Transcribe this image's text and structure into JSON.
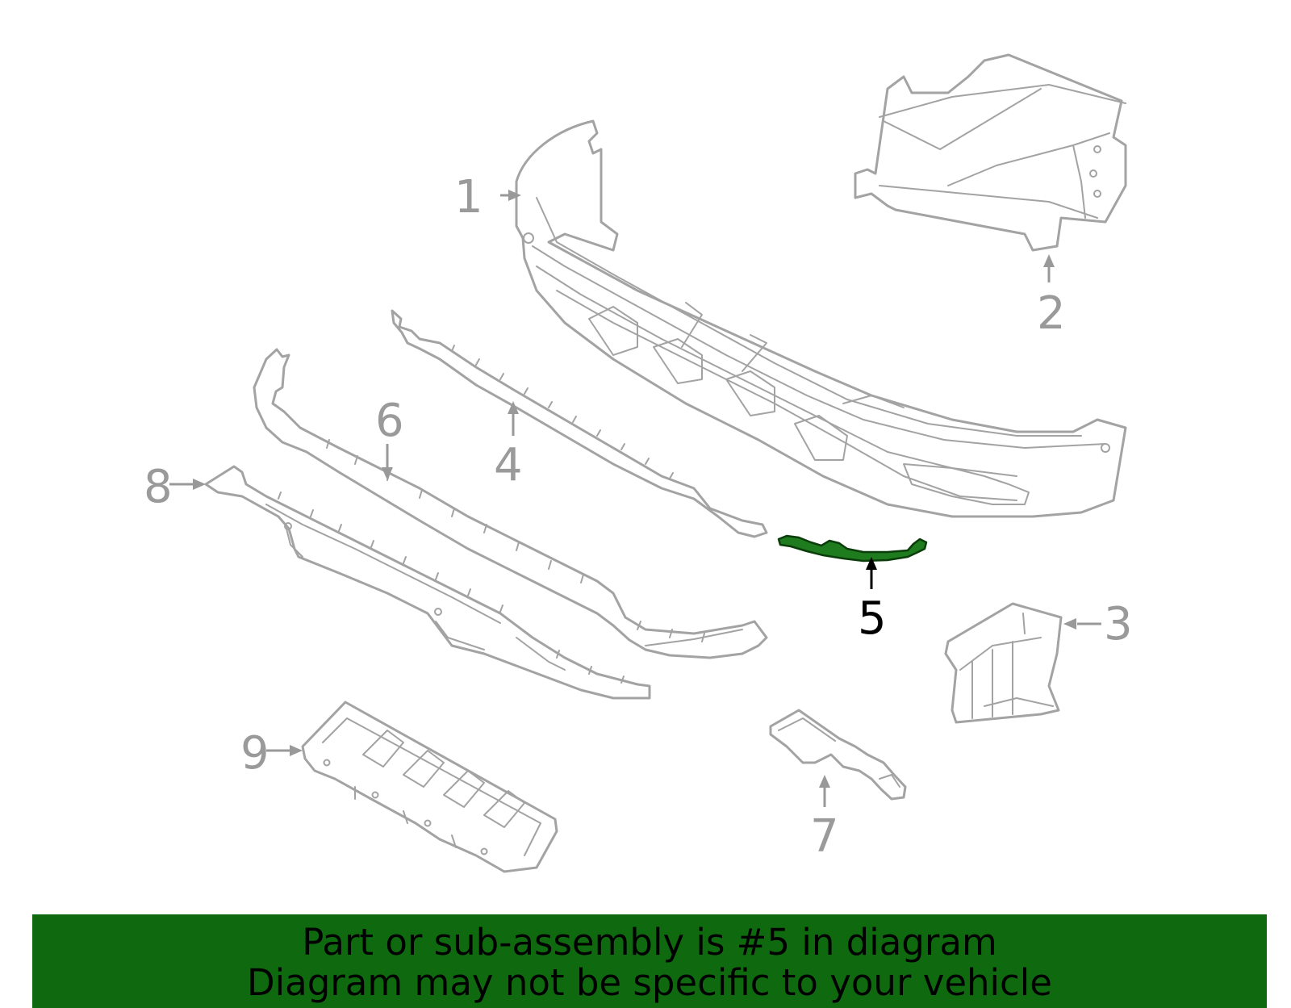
{
  "highlight_color": "#1e7b1e",
  "banner_color": "#0f6a0f",
  "highlighted_part": "5",
  "callouts": {
    "c1": "1",
    "c2": "2",
    "c3": "3",
    "c4": "4",
    "c5": "5",
    "c6": "6",
    "c7": "7",
    "c8": "8",
    "c9": "9"
  },
  "banner": {
    "line1": "Part or sub-assembly is #5 in diagram",
    "line2": "Diagram may not be specific to your vehicle"
  }
}
